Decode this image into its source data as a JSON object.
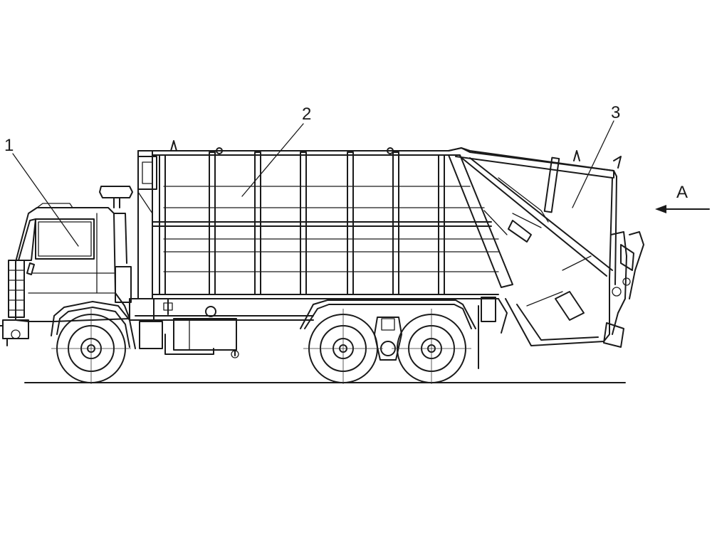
{
  "callouts": [
    {
      "id": "1",
      "label": "1"
    },
    {
      "id": "2",
      "label": "2"
    },
    {
      "id": "3",
      "label": "3"
    }
  ],
  "view_marker": {
    "label": "A"
  },
  "colors": {
    "line": "#1a1a1a",
    "background": "#ffffff"
  }
}
